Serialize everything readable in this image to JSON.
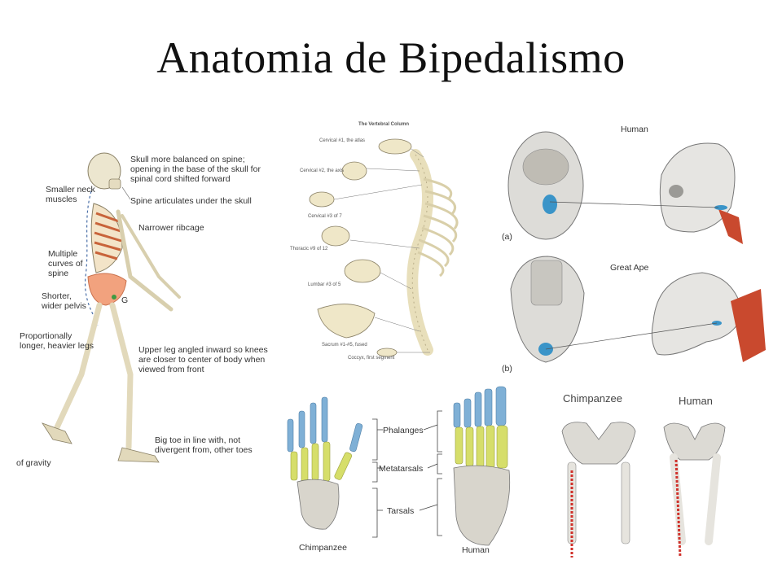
{
  "slide": {
    "title": "Anatomia de Bipedalismo"
  },
  "skeleton_panel": {
    "labels": {
      "smaller_neck": "Smaller neck\nmuscles",
      "skull_balanced": "Skull more balanced on spine;\nopening in the base of the skull for\nspinal cord shifted forward",
      "spine_articulates": "Spine articulates under the skull",
      "narrower_ribcage": "Narrower ribcage",
      "multiple_curves": "Multiple\ncurves of\nspine",
      "shorter_pelvis": "Shorter,\nwider pelvis",
      "g_marker": "G",
      "proportionally_longer": "Proportionally\nlonger, heavier legs",
      "upper_leg": "Upper leg angled inward so knees\nare closer to center of body when\nviewed from front",
      "big_toe": "Big toe in line with, not\ndivergent from, other toes",
      "center_gravity": "of gravity"
    }
  },
  "vertebral_panel": {
    "heading": "The Vertebral Column",
    "labels": [
      "Cervical #1, the atlas",
      "Cervical #2, the axis",
      "Cervical #3 of 7",
      "Thoracic #9 of 12",
      "Lumbar #3 of 5",
      "Sacrum #1-#5, fused",
      "Coccyx, first segment"
    ]
  },
  "skull_panel": {
    "human_label": "Human",
    "ape_label": "Great Ape",
    "a_label": "(a)",
    "b_label": "(b)"
  },
  "foot_panel": {
    "phalanges": "Phalanges",
    "metatarsals": "Metatarsals",
    "tarsals": "Tarsals",
    "chimp_label": "Chimpanzee",
    "human_label": "Human"
  },
  "pelvis_panel": {
    "chimp_label": "Chimpanzee",
    "human_label": "Human"
  },
  "colors": {
    "bone": "#ece6cf",
    "bone_edge": "#8a8166",
    "pelvis_orange": "#f2a27e",
    "foramen_blue": "#3a94c8",
    "muscle_red": "#c9492e",
    "phalange_blue": "#7fb0d6",
    "metatarsal_yellow": "#d6de6a",
    "dashed_red": "#d0302a"
  }
}
